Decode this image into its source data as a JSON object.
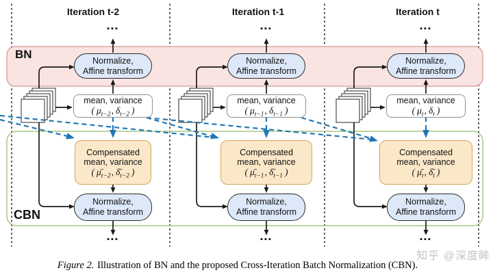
{
  "regions": {
    "bn_label": "BN",
    "cbn_label": "CBN"
  },
  "columns": [
    {
      "header": "Iteration t-2",
      "dots_top": "▪▪▪",
      "dots_bottom": "▪▪▪",
      "bn_normalize": {
        "line1": "Normalize,",
        "line2": "Affine transform"
      },
      "stats": {
        "line1": "mean, variance",
        "open": "(",
        "mu": "μ",
        "mu_sub": "t−2",
        "comma": ",",
        "delta": "δ",
        "delta_sub": "t−2",
        "close": ")"
      },
      "compensated": {
        "line1": "Compensated",
        "line2": "mean, variance",
        "open": "(",
        "mu": "μ̄",
        "mu_sub": "t−2",
        "comma": ",",
        "delta": "δ̄",
        "delta_sub": "t−2",
        "close": ")"
      },
      "cbn_normalize": {
        "line1": "Normalize,",
        "line2": "Affine transform"
      }
    },
    {
      "header": "Iteration t-1",
      "dots_top": "▪▪▪",
      "dots_bottom": "▪▪▪",
      "bn_normalize": {
        "line1": "Normalize,",
        "line2": "Affine transform"
      },
      "stats": {
        "line1": "mean, variance",
        "open": "(",
        "mu": "μ",
        "mu_sub": "t−1",
        "comma": ",",
        "delta": "δ",
        "delta_sub": "t−1",
        "close": ")"
      },
      "compensated": {
        "line1": "Compensated",
        "line2": "mean, variance",
        "open": "(",
        "mu": "μ̄",
        "mu_sub": "t−1",
        "comma": ",",
        "delta": "δ̄",
        "delta_sub": "t−1",
        "close": ")"
      },
      "cbn_normalize": {
        "line1": "Normalize,",
        "line2": "Affine transform"
      }
    },
    {
      "header": "Iteration t",
      "dots_top": "▪▪▪",
      "dots_bottom": "▪▪▪",
      "bn_normalize": {
        "line1": "Normalize,",
        "line2": "Affine transform"
      },
      "stats": {
        "line1": "mean, variance",
        "open": "(",
        "mu": "μ",
        "mu_sub": "t",
        "comma": ",",
        "delta": "δ",
        "delta_sub": "t",
        "close": ")"
      },
      "compensated": {
        "line1": "Compensated",
        "line2": "mean, variance",
        "open": "(",
        "mu": "μ̄",
        "mu_sub": "t",
        "comma": ",",
        "delta": "δ̄",
        "delta_sub": "t",
        "close": ")"
      },
      "cbn_normalize": {
        "line1": "Normalize,",
        "line2": "Affine transform"
      }
    }
  ],
  "caption": {
    "label": "Figure 2.",
    "text": "Illustration of BN and the proposed Cross-Iteration Batch Normalization (CBN)."
  },
  "watermark": "知乎 @深度眸",
  "colors": {
    "dashed_arrow_blue": "#1f77b4",
    "bn_region_fill": "#fae4e1",
    "bn_region_border": "#d39a92",
    "cbn_region_border": "#a6c783",
    "pill_fill": "#dde8f8",
    "pill_border": "#2b2b2b",
    "stats_border": "#909090",
    "compensated_fill": "#fbe8c9",
    "compensated_border": "#d7a459",
    "black_arrow": "#1a1a1a"
  }
}
